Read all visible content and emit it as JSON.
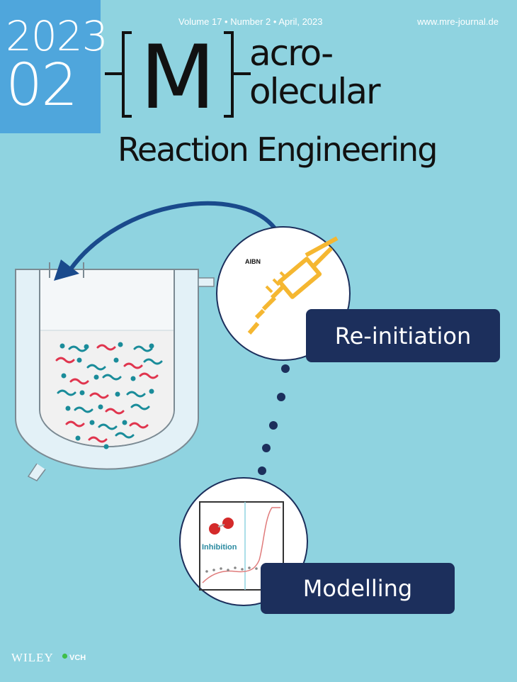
{
  "cover": {
    "year": "2023",
    "issue": "02",
    "volume_line": "Volume 17  •  Number 2  •  April, 2023",
    "url": "www.mre-journal.de",
    "logo_letter": "M",
    "title_line1": "acro-",
    "title_line2": "olecular",
    "subtitle": "Reaction Engineering"
  },
  "illustration": {
    "syringe_label": "AIBN",
    "reinit_label": "Re-initiation",
    "inhibition_label": "Inhibition",
    "modelling_label": "Modelling"
  },
  "publisher": {
    "name": "WILEY",
    "suffix": "VCH"
  },
  "colors": {
    "background": "#8fd3e0",
    "year_box": "#4fa6dc",
    "pill": "#1c2f5c",
    "arrow": "#1a4a8c",
    "syringe": "#f5b731",
    "polymer_red": "#e0354e",
    "polymer_teal": "#1a8c9a"
  }
}
